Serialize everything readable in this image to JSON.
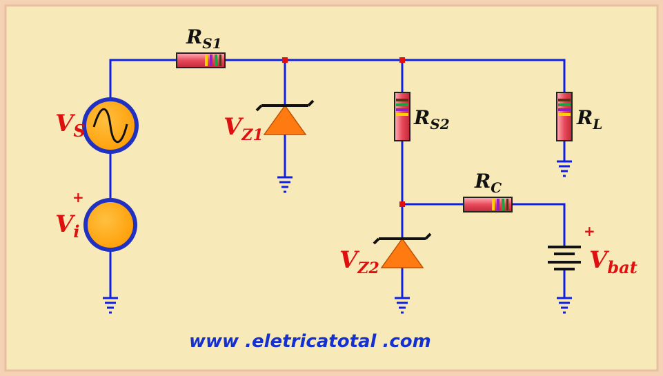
{
  "labels": {
    "rs1": {
      "main": "R",
      "sub": "S1"
    },
    "rs2": {
      "main": "R",
      "sub": "S2"
    },
    "rl": {
      "main": "R",
      "sub": "L"
    },
    "rc": {
      "main": "R",
      "sub": "C"
    },
    "vs": {
      "main": "V",
      "sub": "S"
    },
    "vi": {
      "main": "V",
      "sub": "i"
    },
    "vz1": {
      "main": "V",
      "sub": "Z1"
    },
    "vz2": {
      "main": "V",
      "sub": "Z2"
    },
    "vbat": {
      "main": "V",
      "sub": "bat"
    }
  },
  "polarity": {
    "vi_plus": "+",
    "vbat_plus": "+"
  },
  "website": "www .eletricatotal .com",
  "colors": {
    "background": "#f8eab8",
    "border": "#f0c8a0",
    "wire": "#1020e0",
    "junction": "#e01010",
    "source_fill": "#ffa500",
    "source_ring": "#2030c0",
    "zener_fill": "#ff7a10",
    "resistor_body": "#e85060"
  }
}
